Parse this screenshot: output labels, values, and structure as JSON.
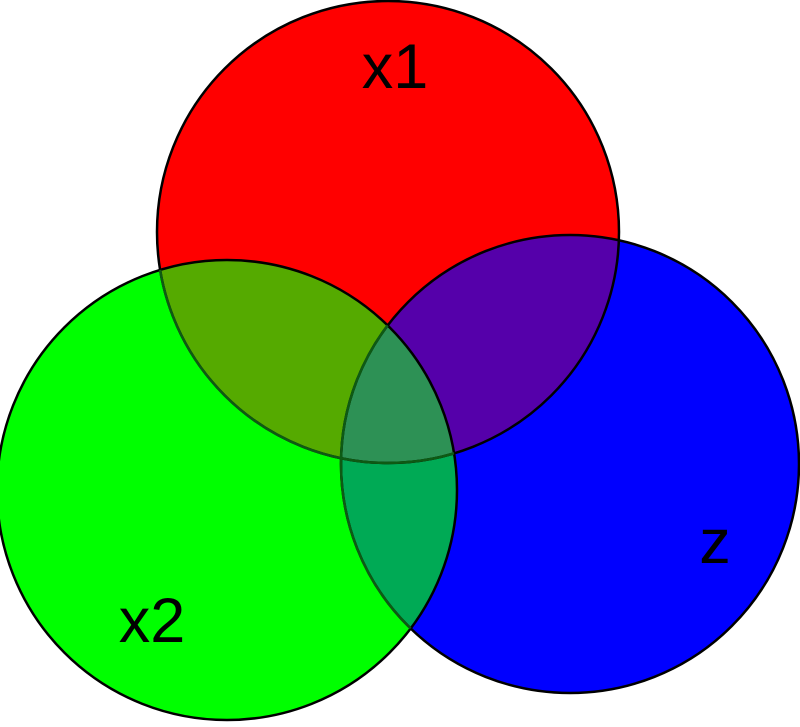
{
  "page": {
    "background": "#FFFFFF"
  },
  "diagram": {
    "type": "venn",
    "description": "Three-circle Venn diagram of variables x1, x2 and z",
    "stroke_color": "#000000",
    "label_color": "#000000",
    "sets": [
      {
        "id": "x1",
        "label": "x1",
        "color": "#FF0000",
        "position": "top"
      },
      {
        "id": "x2",
        "label": "x2",
        "color": "#00FF00",
        "position": "bottom-left"
      },
      {
        "id": "z",
        "label": "z",
        "color": "#0000FF",
        "position": "bottom-right"
      }
    ],
    "overlaps": {
      "x1_x2": "#55AA00",
      "x1_z": "#5500AA",
      "x2_z": "#00AA55",
      "x1_x2_z": "#2D9155",
      "arc_shade_over_x2": "#0E5A14"
    }
  }
}
